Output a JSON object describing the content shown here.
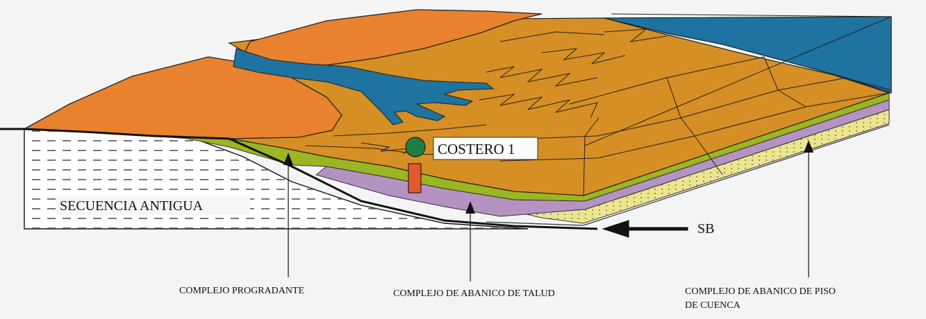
{
  "diagram": {
    "labels": {
      "old_sequence": "SECUENCIA ANTIGUA",
      "well": "COSTERO 1",
      "sequence_boundary": "SB",
      "prograding_complex": "COMPLEJO PROGRADANTE",
      "slope_fan_complex": "COMPLEJO DE ABANICO DE TALUD",
      "basin_floor_fan_line1": "COMPLEJO DE ABANICO DE PISO",
      "basin_floor_fan_line2": "DE CUENCA"
    },
    "colors": {
      "background": "#f4f4f4",
      "upland_orange": "#e8822e",
      "shelf_brown": "#d58f24",
      "water_blue": "#1f73a0",
      "prograding_green": "#9bb523",
      "slope_fan_purple": "#b493c2",
      "basin_fan_yellow": "#ece58e",
      "well_green": "#1f7d45",
      "well_red": "#e25a2b"
    }
  }
}
